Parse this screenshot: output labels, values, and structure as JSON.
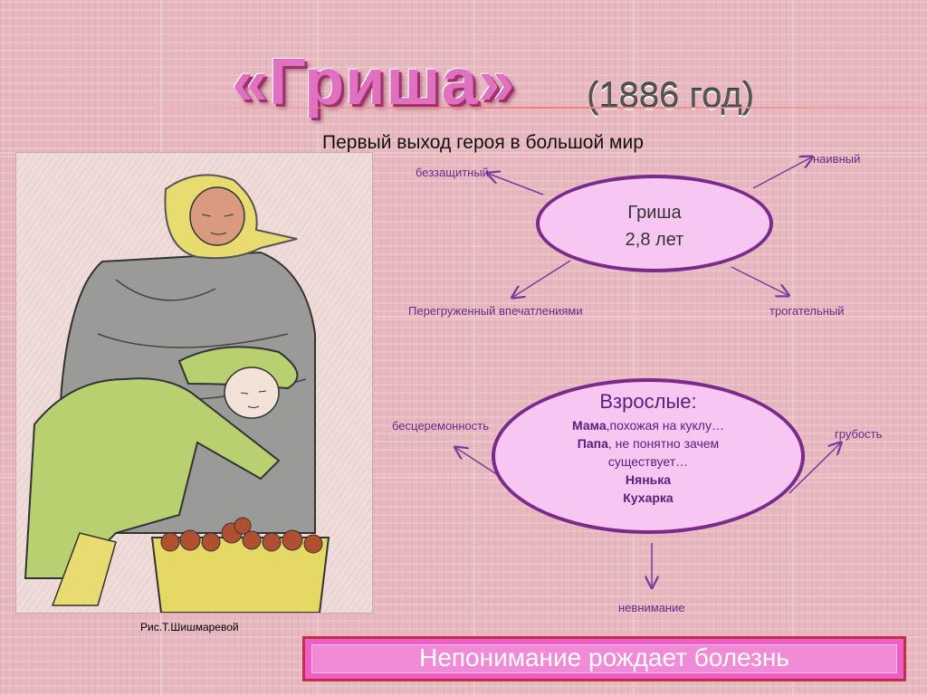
{
  "slide": {
    "title": "«Гриша»",
    "year": "(1886 год)",
    "subtitle": "Первый выход героя в большой мир",
    "caption": "Рис.Т.Шишмаревой",
    "banner": "Непонимание рождает болезнь",
    "accent_color": "#e070c0",
    "ellipse_fill": "#f7c6f1",
    "ellipse_border": "#7a2a8a"
  },
  "hero": {
    "name": "Гриша",
    "age": "2,8 лет",
    "traits": {
      "top_left": "беззащитный",
      "top_right": "наивный",
      "bottom_left": "Перегруженный впечатлениями",
      "bottom_right": "трогательный"
    }
  },
  "adults": {
    "heading": "Взрослые:",
    "mama_bold": "Мама",
    "mama_rest": ",похожая на куклу…",
    "papa_bold": "Папа",
    "papa_rest": ", не понятно зачем",
    "papa_line2": "существует…",
    "nanny": "Нянька",
    "cook": "Кухарка",
    "traits": {
      "left": "бесцеремонность",
      "right": "грубость",
      "bottom": "невнимание"
    }
  }
}
